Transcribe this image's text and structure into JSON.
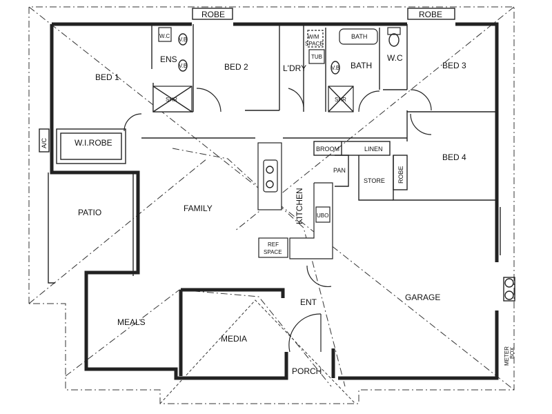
{
  "rooms": {
    "bed1": "BED 1",
    "ens": "ENS",
    "bed2": "BED 2",
    "laundry": "L'DRY",
    "bath": "BATH",
    "wc": "W.C",
    "bed3": "BED 3",
    "bed4": "BED 4",
    "family": "FAMILY",
    "patio": "PATIO",
    "kitchen": "KITCHEN",
    "garage": "GARAGE",
    "meals": "MEALS",
    "media": "MEDIA",
    "entry": "ENT",
    "porch": "PORCH",
    "store": "STORE",
    "pantry": "PAN",
    "broom": "BROOM",
    "linen": "LINEN",
    "wi_robe": "W.I.ROBE"
  },
  "fixtures": {
    "robe_1": "ROBE",
    "robe_2": "ROBE",
    "robe_3": "ROBE",
    "wc_1": "W.C",
    "vb_1": "V.B",
    "vb_2": "V.B",
    "vb_3": "V.B",
    "shr_1": "SHR",
    "shr_2": "SHR",
    "wm_line1": "W/M",
    "wm_line2": "SPACE",
    "tub": "TUB",
    "bath_tub": "BATH",
    "ac": "A/C",
    "ref_line1": "REF",
    "ref_line2": "SPACE",
    "ubo": "UBO",
    "meter_line1": "METER",
    "meter_line2": "BOX"
  }
}
